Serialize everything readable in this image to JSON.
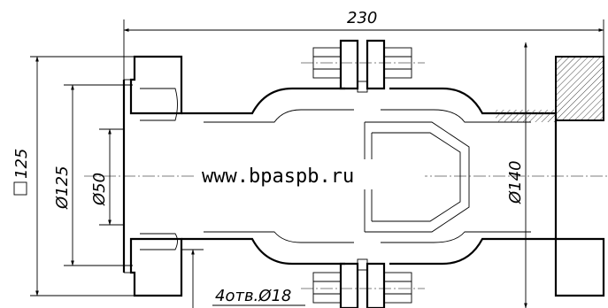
{
  "dimensions": {
    "overall_length": "230",
    "square_flange": "125",
    "bolt_circle": "Ø125",
    "bore": "Ø50",
    "outer_diameter": "Ø140",
    "holes": "4отв.Ø18"
  },
  "watermark": "www.bpaspb.ru",
  "colors": {
    "line": "#000000",
    "hatch": "#555555",
    "background": "#ffffff"
  }
}
